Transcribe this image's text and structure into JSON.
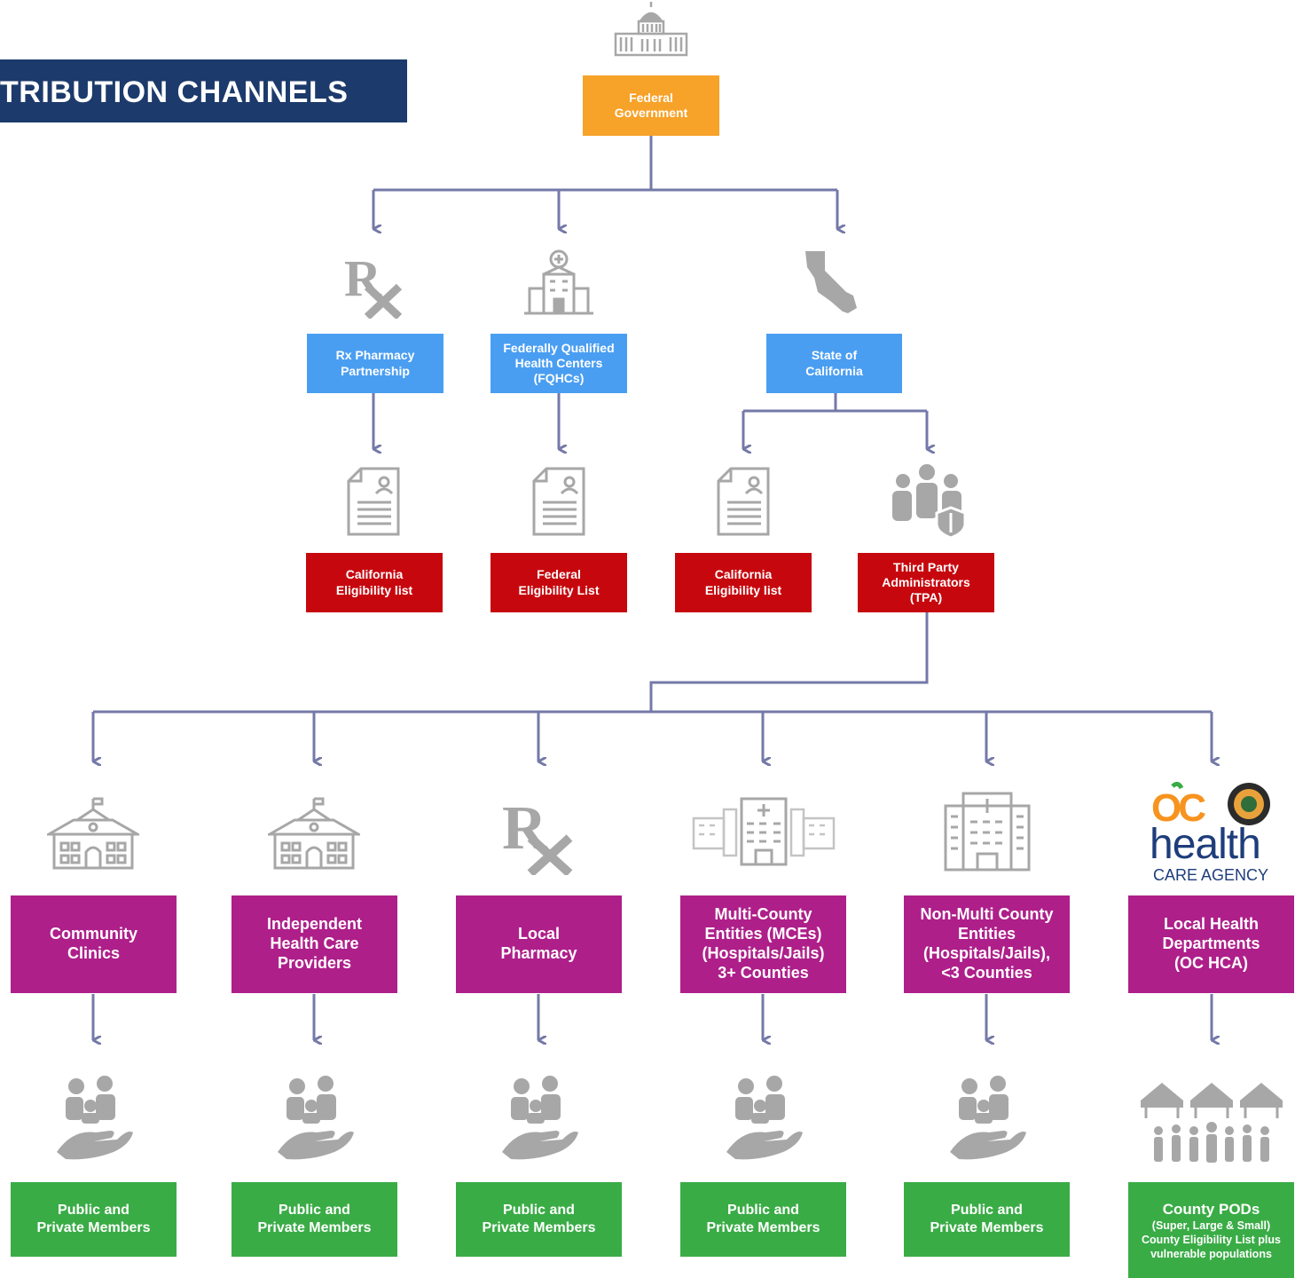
{
  "header": {
    "title": "TRIBUTION CHANNELS"
  },
  "colors": {
    "banner": "#1c3a6b",
    "federal": "#f7a229",
    "partner": "#4a9ef2",
    "eligibility": "#c6080e",
    "provider": "#ae1f8a",
    "members": "#3aac46",
    "connector": "#7479a8",
    "icon": "#a7a7a7"
  },
  "top": {
    "label": "Federal\nGovernment",
    "icon": "capitol-building-icon"
  },
  "tier2": [
    {
      "label": "Rx Pharmacy\nPartnership",
      "icon": "rx-icon"
    },
    {
      "label": "Federally Qualified\nHealth Centers\n(FQHCs)",
      "icon": "health-center-icon"
    },
    {
      "label": "State of\nCalifornia",
      "icon": "california-map-icon"
    }
  ],
  "tier3": [
    {
      "label": "California\nEligibility list",
      "icon": "document-icon"
    },
    {
      "label": "Federal\nEligibility List",
      "icon": "document-icon"
    },
    {
      "label": "California\nEligibility list",
      "icon": "document-icon"
    },
    {
      "label": "Third Party\nAdministrators\n(TPA)",
      "icon": "group-shield-icon"
    }
  ],
  "tier4": [
    {
      "label": "Community\nClinics",
      "icon": "school-building-icon"
    },
    {
      "label": "Independent\nHealth Care\nProviders",
      "icon": "school-building-icon"
    },
    {
      "label": "Local\nPharmacy",
      "icon": "rx-icon"
    },
    {
      "label": "Multi-County\nEntities (MCEs)\n(Hospitals/Jails)\n3+ Counties",
      "icon": "hospital-complex-icon"
    },
    {
      "label": "Non-Multi County\nEntities\n(Hospitals/Jails),\n<3 Counties",
      "icon": "hospital-icon"
    },
    {
      "label": "Local Health\nDepartments\n(OC HCA)",
      "icon": "oc-health-logo"
    }
  ],
  "logo": {
    "line1": "OC",
    "line2": "health",
    "line3": "CARE AGENCY"
  },
  "tier5": [
    {
      "label": "Public and\nPrivate Members",
      "icon": "family-care-icon"
    },
    {
      "label": "Public and\nPrivate Members",
      "icon": "family-care-icon"
    },
    {
      "label": "Public and\nPrivate Members",
      "icon": "family-care-icon"
    },
    {
      "label": "Public and\nPrivate Members",
      "icon": "family-care-icon"
    },
    {
      "label": "Public and\nPrivate Members",
      "icon": "family-care-icon"
    },
    {
      "label": "County PODs",
      "sub": "(Super, Large & Small)\nCounty Eligibility List plus\nvulnerable populations",
      "icon": "pod-tents-icon"
    }
  ]
}
